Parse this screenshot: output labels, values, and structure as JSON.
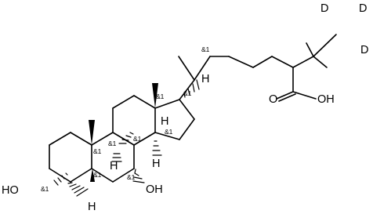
{
  "molecule": {
    "atom_labels": {
      "hydroxyl_c3": "HO",
      "hydroxyl_c7": "OH",
      "acid_oxygen": "O",
      "acid_hydroxyl": "OH",
      "deuterium_1": "D",
      "deuterium_2": "D",
      "deuterium_3": "D",
      "h_c5": "H",
      "h_c8": "H",
      "h_c9": "H",
      "h_c14": "H",
      "h_c17": "H"
    },
    "stereo_label": "&1"
  }
}
